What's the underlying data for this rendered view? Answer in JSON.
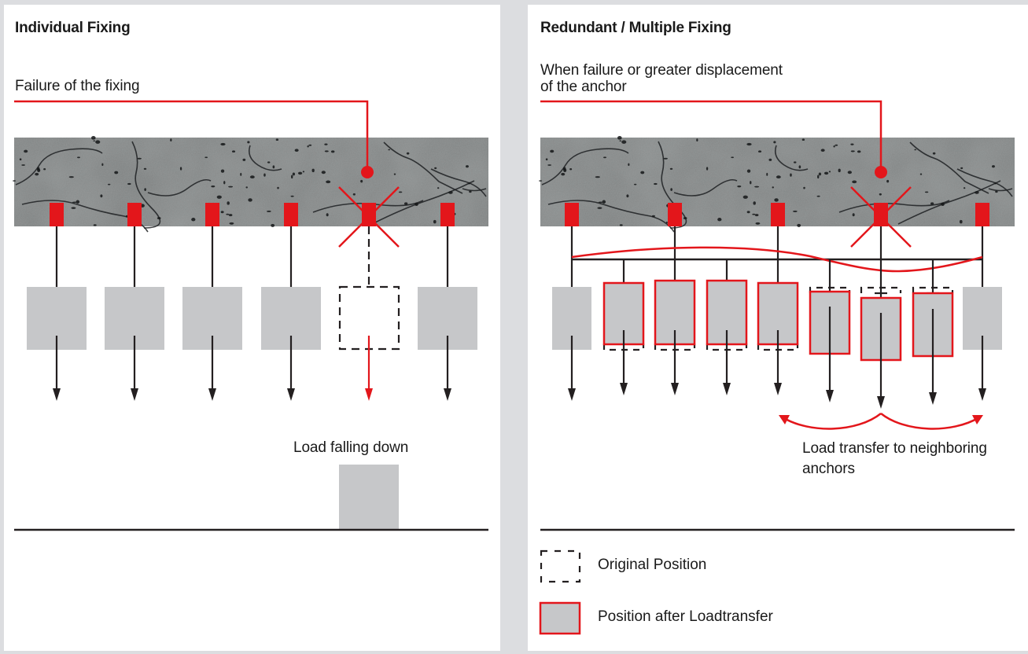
{
  "colors": {
    "background": "#dcdde0",
    "panel": "#ffffff",
    "accent_red": "#e3161b",
    "load_gray": "#c6c7c9",
    "line_dark": "#231f20",
    "concrete_base": "#7b7e7e"
  },
  "left_panel": {
    "title": "Individual Fixing",
    "failure_caption": "Failure of the fixing",
    "load_falling_caption": "Load falling down",
    "anchor_count": 6,
    "failed_anchor_index": 4
  },
  "right_panel": {
    "title": "Redundant / Multiple Fixing",
    "failure_caption_line1": "When failure or greater displacement",
    "failure_caption_line2": "of the anchor",
    "load_transfer_caption_line1": "Load transfer to neighboring",
    "load_transfer_caption_line2": "anchors",
    "anchor_count": 5,
    "failed_anchor_index": 3,
    "load_columns": [
      {
        "type": "fixed-end"
      },
      {
        "type": "shifted-up"
      },
      {
        "type": "shifted-up"
      },
      {
        "type": "shifted-up"
      },
      {
        "type": "shifted-up"
      },
      {
        "type": "shifted-down"
      },
      {
        "type": "shifted-down"
      },
      {
        "type": "shifted-down"
      },
      {
        "type": "fixed-end"
      }
    ],
    "legend": [
      {
        "icon": "dashed-box-icon",
        "label": "Original Position"
      },
      {
        "icon": "red-outlined-box-icon",
        "label": "Position after Loadtransfer"
      }
    ]
  }
}
